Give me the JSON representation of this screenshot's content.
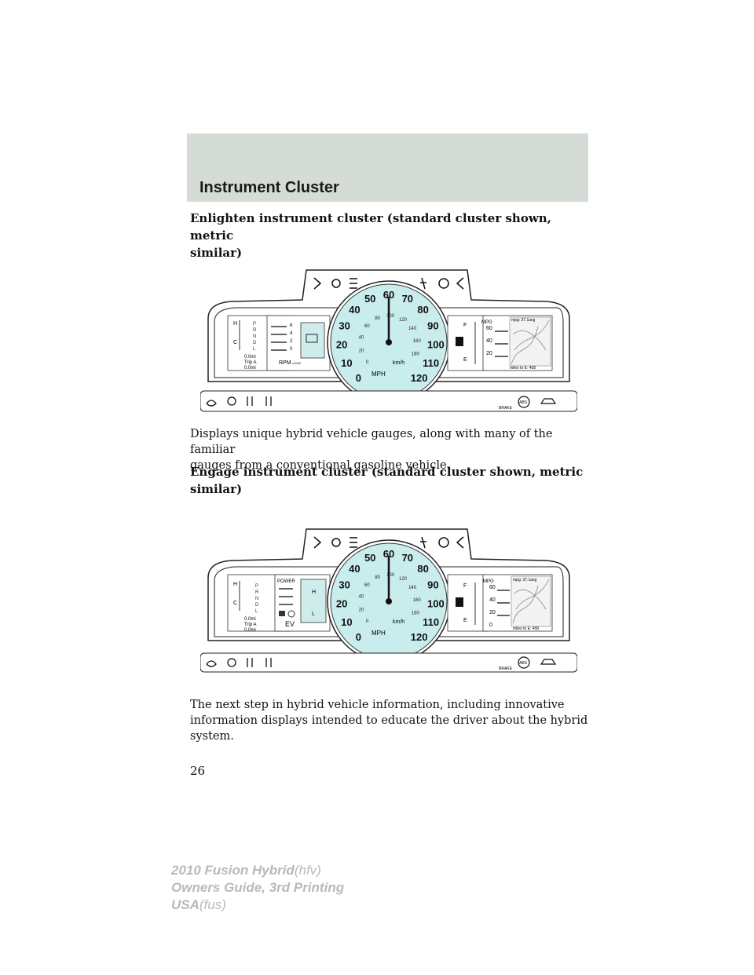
{
  "header": {
    "title": "Instrument Cluster"
  },
  "section1": {
    "heading_line1": "Enlighten instrument cluster (standard cluster shown, metric",
    "heading_line2": "similar)",
    "desc_line1": "Displays unique hybrid vehicle gauges, along with many of the familiar",
    "desc_line2": "gauges from a conventional gasoline vehicle."
  },
  "section2": {
    "heading_line1": "Engage instrument cluster (standard cluster shown, metric",
    "heading_line2": "similar)",
    "desc_line1": "The next step in hybrid vehicle information, including innovative",
    "desc_line2": "information displays intended to educate the driver about the hybrid",
    "desc_line3": "system."
  },
  "page_number": "26",
  "cluster_common": {
    "mph_labels": [
      "0",
      "10",
      "20",
      "30",
      "40",
      "50",
      "60",
      "70",
      "80",
      "90",
      "100",
      "110",
      "120"
    ],
    "kmh_labels": [
      "0",
      "20",
      "40",
      "60",
      "80",
      "100",
      "120",
      "140",
      "160",
      "180"
    ],
    "mph_unit": "MPH",
    "kmh_unit": "km/h",
    "temp_h": "H",
    "temp_c": "C",
    "gears": [
      "P",
      "R",
      "N",
      "D",
      "L"
    ],
    "odometer": "0.0mi",
    "trip_label": "Trip A",
    "trip_value": "0.0mi",
    "fuel_f": "F",
    "fuel_e": "E",
    "mpg_label": "MPG",
    "mpg_ticks": [
      "60",
      "40",
      "20",
      "0"
    ],
    "brake_label": "BRAKE",
    "abs_label": "ABS"
  },
  "cluster1": {
    "rpm_label": "RPM",
    "rpm_sub": "x1000",
    "rpm_ticks": [
      "6",
      "4",
      "2",
      "0"
    ],
    "mpg_avg": "mpg: 37.1avg",
    "miles_to": "miles to E: 458"
  },
  "cluster2": {
    "power_label": "POWER",
    "ev_label": "EV",
    "charge_h": "H",
    "charge_l": "L",
    "mpg_avg": "mpg: 37.1avg",
    "miles_to": "miles to E: 458"
  },
  "footer": {
    "model": "2010 Fusion Hybrid",
    "model_code": "(hfv)",
    "guide": "Owners Guide, 3rd Printing",
    "market": "USA",
    "market_code": "(fus)"
  }
}
